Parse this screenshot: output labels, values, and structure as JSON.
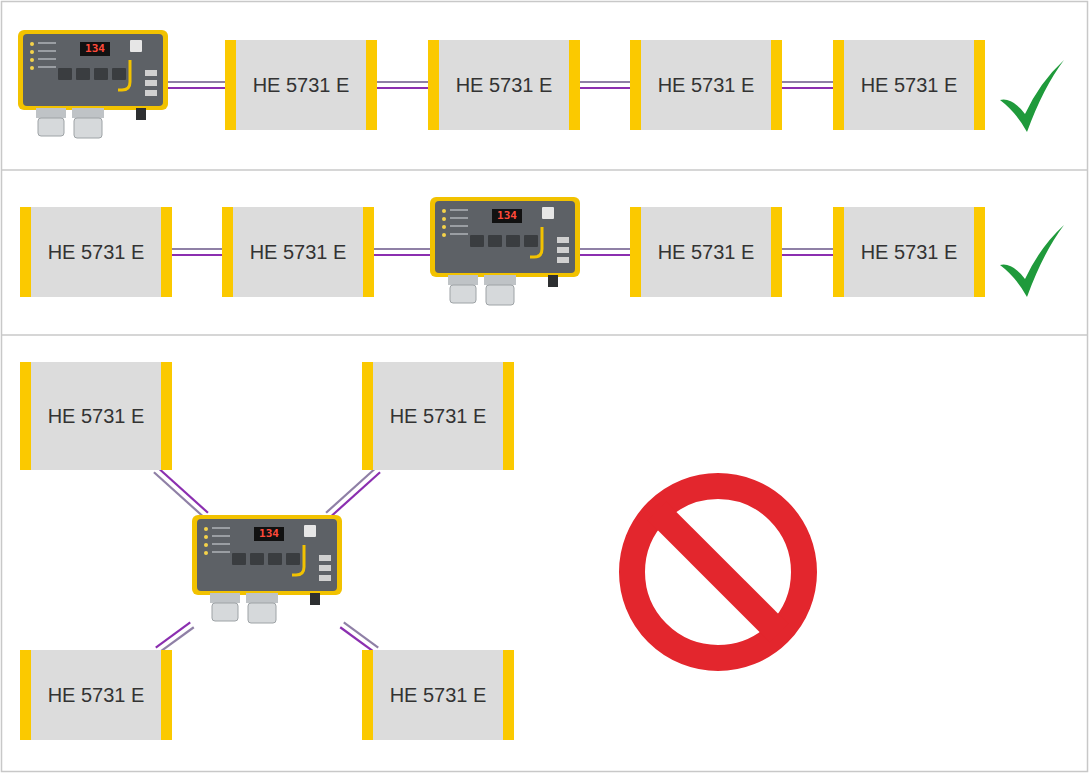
{
  "diagram": {
    "nodes": [
      {
        "text": [
          "134"
        ]
      },
      {
        "text": [
          "HE 5731 E"
        ]
      },
      {
        "text": [
          "HE 5731 E"
        ]
      },
      {
        "text": [
          "HE 5731 E"
        ]
      },
      {
        "text": [
          "HE 5731 E"
        ]
      },
      {
        "text": [
          "HE 5731 E"
        ]
      },
      {
        "text": [
          "HE 5731 E"
        ]
      },
      {
        "text": [
          "134"
        ]
      },
      {
        "text": [
          "HE 5731 E"
        ]
      },
      {
        "text": [
          "HE 5731 E"
        ]
      },
      {
        "text": [
          "HE 5731 E"
        ]
      },
      {
        "text": [
          "HE 5731 E"
        ]
      },
      {
        "text": [
          "134"
        ]
      },
      {
        "text": [
          "HE 5731 E"
        ]
      },
      {
        "text": [
          "HE 5731 E"
        ]
      }
    ],
    "edges": [
      {
        "from": 0,
        "to": 1,
        "arrow": "none"
      },
      {
        "from": 1,
        "to": 2,
        "arrow": "none"
      },
      {
        "from": 2,
        "to": 3,
        "arrow": "none"
      },
      {
        "from": 3,
        "to": 4,
        "arrow": "none"
      },
      {
        "from": 5,
        "to": 6,
        "arrow": "none"
      },
      {
        "from": 6,
        "to": 7,
        "arrow": "none"
      },
      {
        "from": 7,
        "to": 8,
        "arrow": "none"
      },
      {
        "from": 8,
        "to": 9,
        "arrow": "none"
      },
      {
        "from": 12,
        "to": 10,
        "arrow": "none"
      },
      {
        "from": 12,
        "to": 11,
        "arrow": "none"
      },
      {
        "from": 12,
        "to": 13,
        "arrow": "none"
      },
      {
        "from": 12,
        "to": 14,
        "arrow": "none"
      }
    ]
  }
}
